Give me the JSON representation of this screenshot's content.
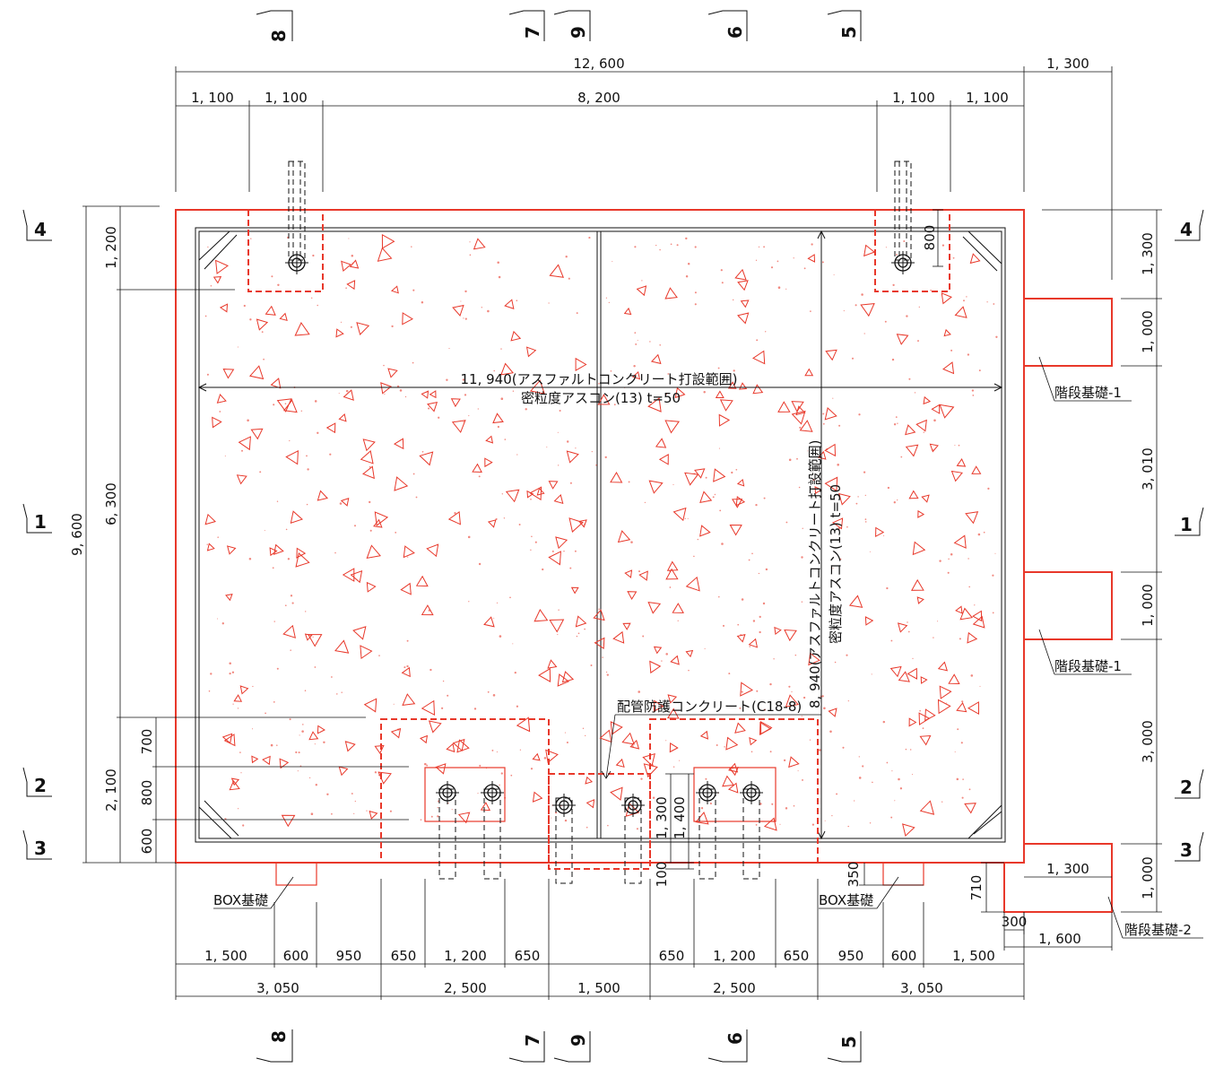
{
  "dimensions": {
    "total_width": "12, 600",
    "right_extension": "1, 300",
    "top_1100_a": "1, 100",
    "top_1100_b": "1, 100",
    "top_8200": "8, 200",
    "top_1100_c": "1, 100",
    "top_1100_d": "1, 100",
    "left_total": "9, 600",
    "left_1200": "1, 200",
    "left_6300": "6, 300",
    "left_2100": "2, 100",
    "left_700": "700",
    "left_800": "800",
    "left_600": "600",
    "right_1300": "1, 300",
    "right_1000_a": "1, 000",
    "right_3010": "3, 010",
    "right_1000_b": "1, 000",
    "right_3000": "3, 000",
    "right_1000_c": "1, 000",
    "inner_800": "800",
    "pit_1300": "1, 300",
    "pit_1400": "1, 400",
    "pit_100": "100",
    "box_350": "350",
    "stair2_710": "710",
    "stair2_1300": "1, 300",
    "stair2_300": "300",
    "stair2_1600": "1, 600",
    "bottom_row1": [
      "1, 500",
      "600",
      "950",
      "650",
      "1, 200",
      "650",
      "650",
      "1, 200",
      "650",
      "950",
      "600",
      "1, 500"
    ],
    "bottom_row2": [
      "3, 050",
      "2, 500",
      "1, 500",
      "2, 500",
      "3, 050"
    ]
  },
  "annotations": {
    "asphalt_h_1": "11, 940(アスファルトコンクリート打設範囲)",
    "asphalt_h_2": "密粒度アスコン(13) t=50",
    "asphalt_v_1": "8, 940(アスファルトコンクリート打設範囲)",
    "asphalt_v_2": "密粒度アスコン(13) t=50",
    "pipe_protection": "配管防護コンクリート(C18-8)",
    "box_foundation_left": "BOX基礎",
    "box_foundation_right": "BOX基礎",
    "stair_foundation_1a": "階段基礎-1",
    "stair_foundation_1b": "階段基礎-1",
    "stair_foundation_2": "階段基礎-2"
  },
  "section_marks": {
    "top": [
      "8",
      "7",
      "9",
      "6",
      "5"
    ],
    "bottom": [
      "8",
      "7",
      "9",
      "6",
      "5"
    ],
    "left": [
      "4",
      "1",
      "2",
      "3"
    ],
    "right": [
      "4",
      "1",
      "2",
      "3"
    ]
  },
  "colors": {
    "ink": "#111111",
    "red": "#e8382a"
  }
}
